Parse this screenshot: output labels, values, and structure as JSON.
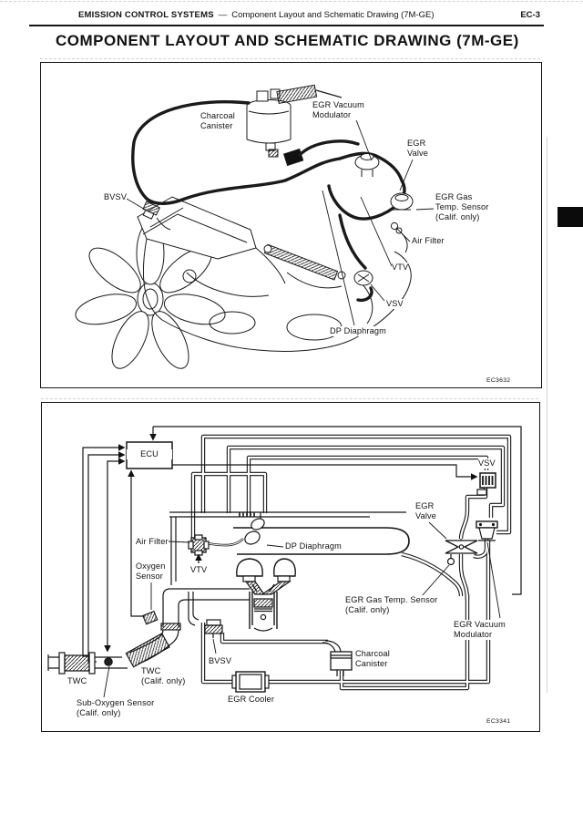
{
  "page": {
    "header": {
      "section": "EMISSION CONTROL SYSTEMS",
      "separator": "—",
      "subtitle": "Component Layout and Schematic Drawing (7M-GE)",
      "page_code": "EC-3"
    },
    "title": "COMPONENT LAYOUT AND SCHEMATIC DRAWING (7M-GE)"
  },
  "figure_top": {
    "code": "EC3632",
    "labels": {
      "charcoal_canister": [
        "Charcoal",
        "Canister"
      ],
      "egr_vacuum_modulator": [
        "EGR Vacuum",
        "Modulator"
      ],
      "egr_valve": [
        "EGR",
        "Valve"
      ],
      "bvsv": [
        "BVSV"
      ],
      "egr_gas_temp_sensor": [
        "EGR Gas",
        "Temp. Sensor",
        "(Calif. only)"
      ],
      "air_filter": [
        "Air Filter"
      ],
      "vtv": [
        "VTV"
      ],
      "vsv": [
        "VSV"
      ],
      "dp_diaphragm": [
        "DP Diaphragm"
      ]
    }
  },
  "figure_bottom": {
    "code": "EC3341",
    "labels": {
      "ecu": [
        "ECU"
      ],
      "vsv": [
        "VSV"
      ],
      "egr_valve": [
        "EGR",
        "Valve"
      ],
      "air_filter": [
        "Air Filter"
      ],
      "dp_diaphragm": [
        "DP Diaphragm"
      ],
      "vtv": [
        "VTV"
      ],
      "oxygen_sensor": [
        "Oxygen",
        "Sensor"
      ],
      "egr_gas_temp_sensor": [
        "EGR Gas Temp. Sensor",
        "(Calif. only)"
      ],
      "egr_vacuum_modulator": [
        "EGR Vacuum",
        "Modulator"
      ],
      "twc": [
        "TWC"
      ],
      "twc_calif": [
        "TWC",
        "(Calif. only)"
      ],
      "sub_oxygen_sensor": [
        "Sub-Oxygen Sensor",
        "(Calif. only)"
      ],
      "bvsv": [
        "BVSV"
      ],
      "charcoal_canister": [
        "Charcoal",
        "Canister"
      ],
      "egr_cooler": [
        "EGR Cooler"
      ]
    }
  }
}
